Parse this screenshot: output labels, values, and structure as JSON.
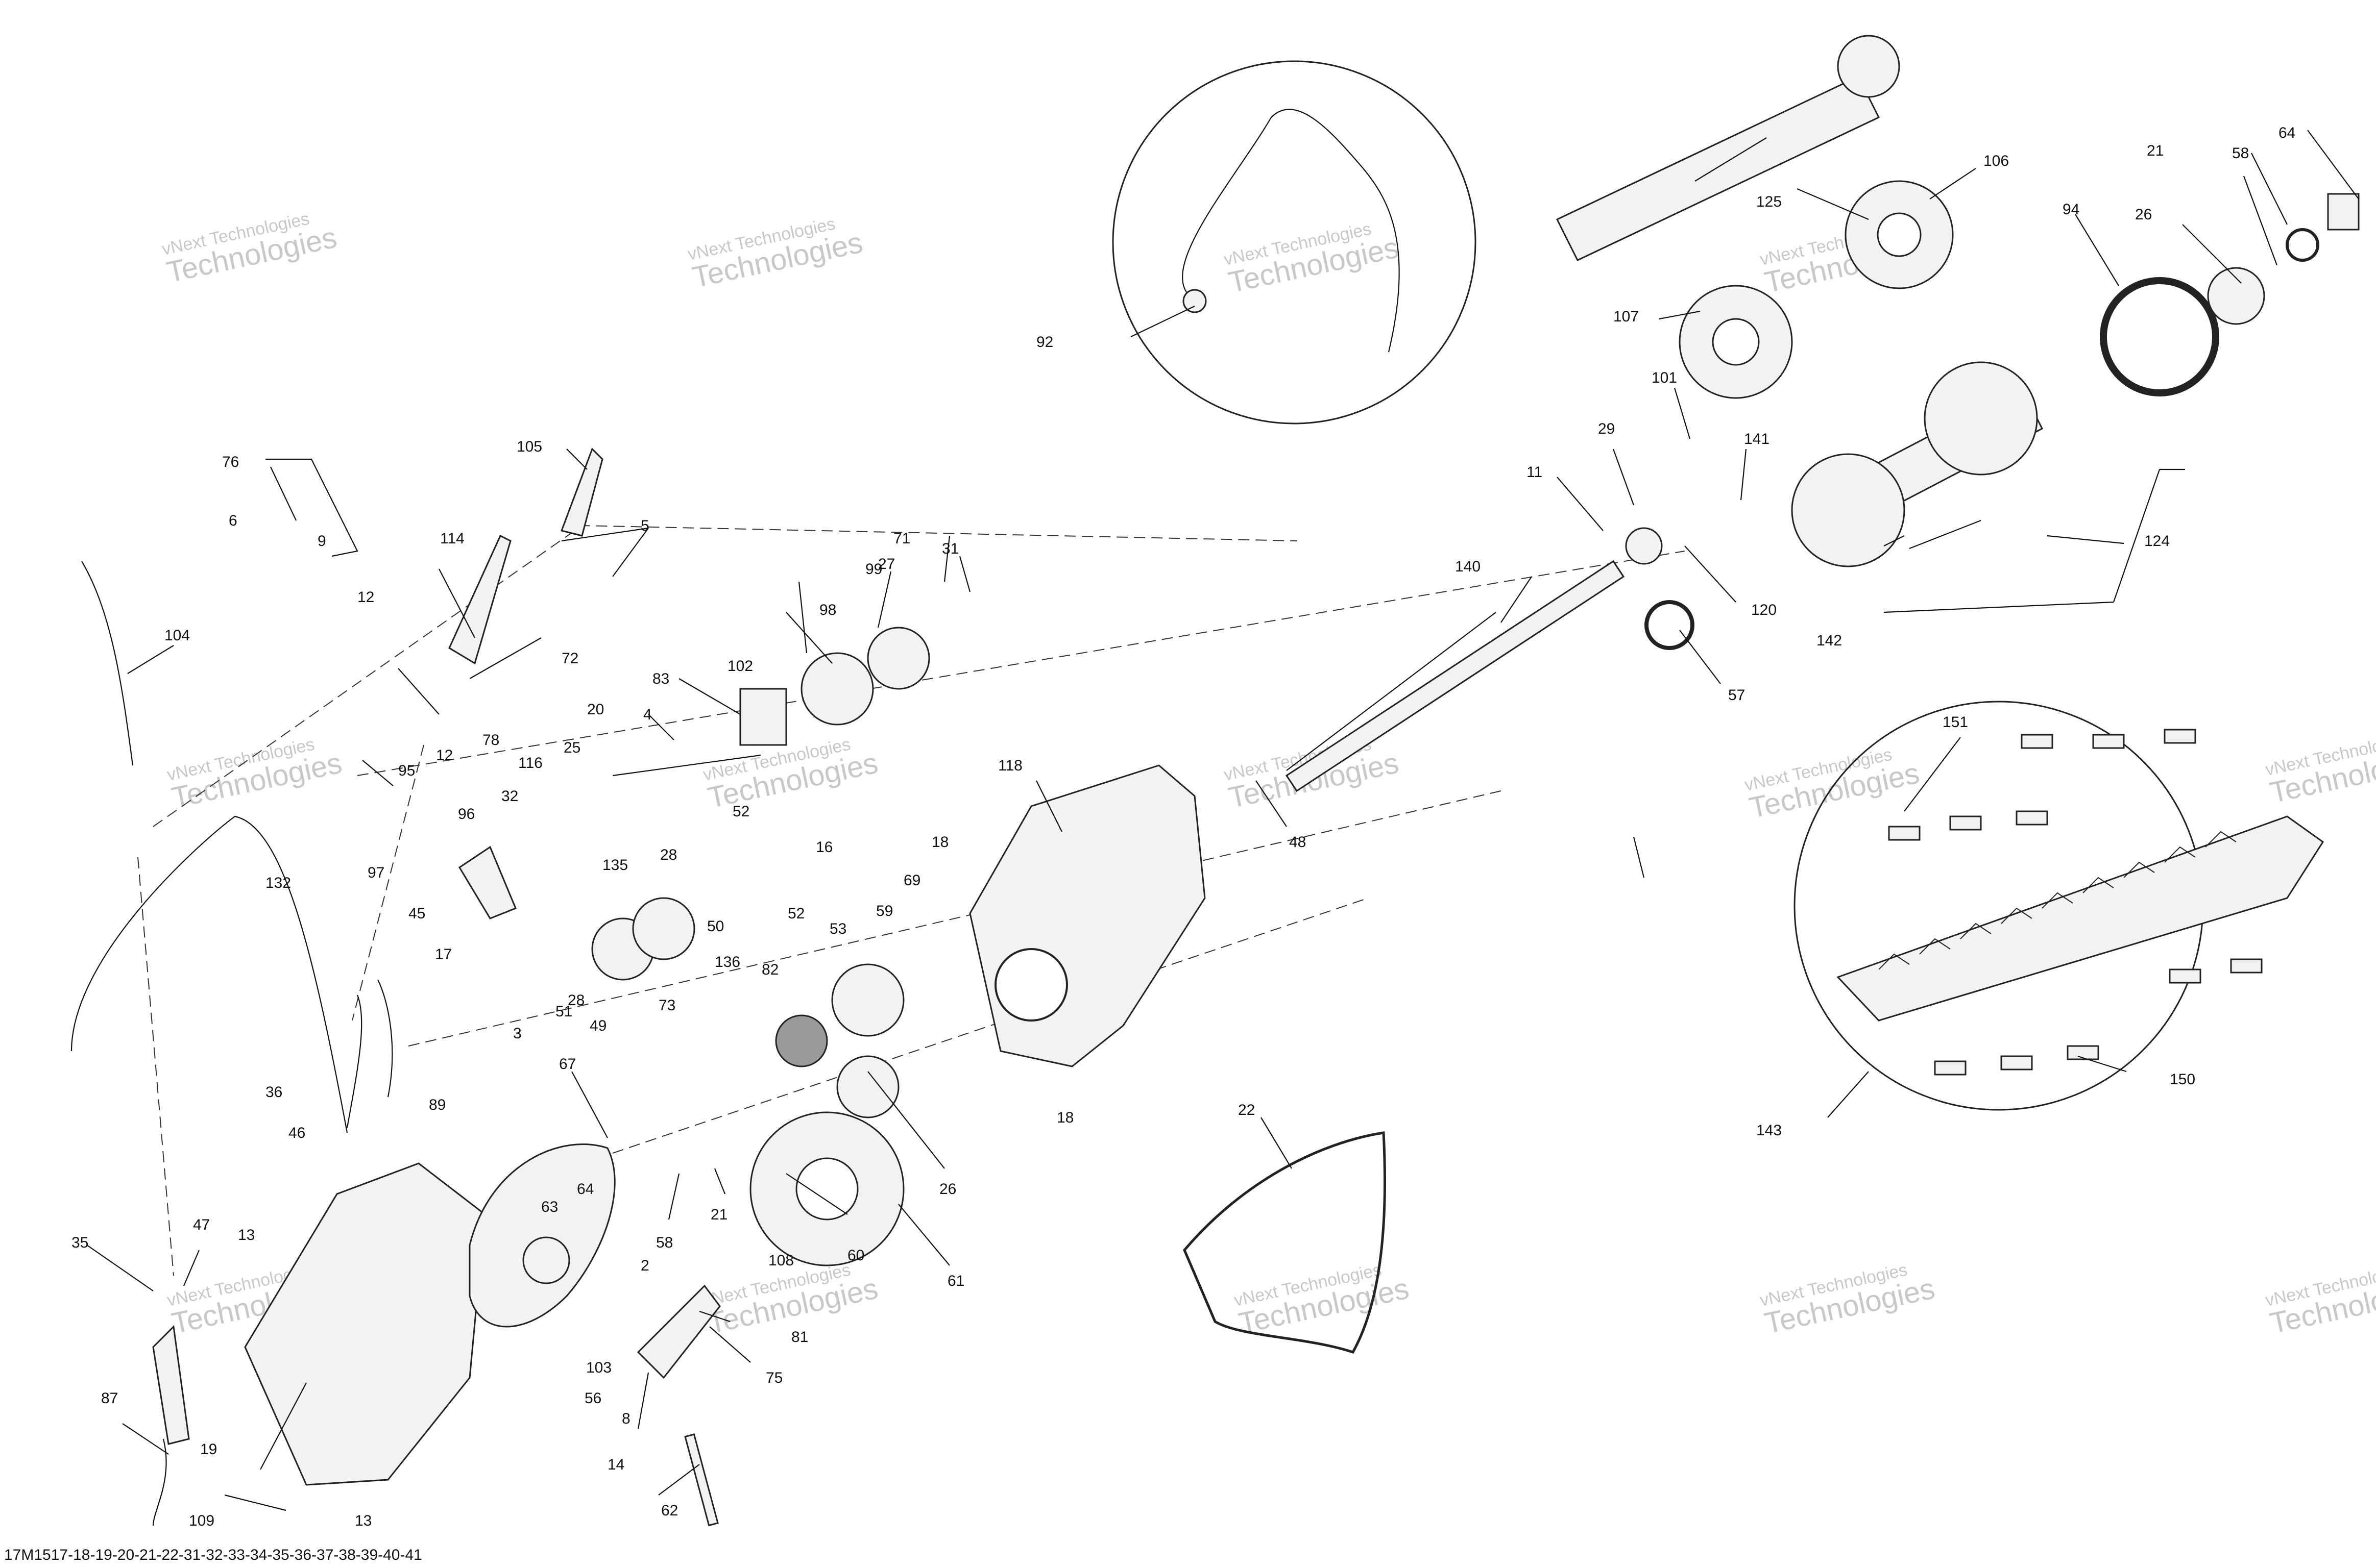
{
  "footer_code": "17M1517-18-19-20-21-22-31-32-33-34-35-36-37-38-39-40-41",
  "watermark": {
    "line1": "vNext Technologies",
    "line2": "Technologies"
  },
  "callouts": {
    "c2": "2",
    "c3": "3",
    "c4": "4",
    "c5": "5",
    "c6": "6",
    "c8": "8",
    "c9": "9",
    "c11": "11",
    "c12a": "12",
    "c12b": "12",
    "c13a": "13",
    "c13b": "13",
    "c14": "14",
    "c16": "16",
    "c17": "17",
    "c18a": "18",
    "c18b": "18",
    "c19": "19",
    "c20": "20",
    "c21a": "21",
    "c21b": "21",
    "c22": "22",
    "c25": "25",
    "c26a": "26",
    "c26b": "26",
    "c27": "27",
    "c28a": "28",
    "c28b": "28",
    "c29": "29",
    "c31": "31",
    "c32": "32",
    "c35": "35",
    "c36": "36",
    "c45": "45",
    "c46": "46",
    "c47": "47",
    "c48": "48",
    "c49": "49",
    "c50": "50",
    "c51": "51",
    "c52a": "52",
    "c52b": "52",
    "c53": "53",
    "c56": "56",
    "c57": "57",
    "c58a": "58",
    "c58b": "58",
    "c59": "59",
    "c60": "60",
    "c61": "61",
    "c62": "62",
    "c63": "63",
    "c64a": "64",
    "c64b": "64",
    "c67": "67",
    "c69": "69",
    "c71": "71",
    "c72": "72",
    "c73": "73",
    "c75": "75",
    "c76": "76",
    "c78": "78",
    "c81": "81",
    "c82": "82",
    "c83": "83",
    "c87": "87",
    "c89": "89",
    "c92": "92",
    "c94": "94",
    "c95": "95",
    "c96": "96",
    "c97": "97",
    "c98": "98",
    "c99": "99",
    "c101": "101",
    "c102": "102",
    "c103": "103",
    "c104": "104",
    "c105": "105",
    "c106": "106",
    "c107": "107",
    "c108": "108",
    "c109": "109",
    "c114": "114",
    "c116": "116",
    "c118": "118",
    "c120": "120",
    "c124": "124",
    "c125": "125",
    "c132": "132",
    "c135": "135",
    "c136": "136",
    "c140": "140",
    "c141": "141",
    "c142": "142",
    "c143": "143",
    "c150": "150",
    "c151": "151"
  }
}
